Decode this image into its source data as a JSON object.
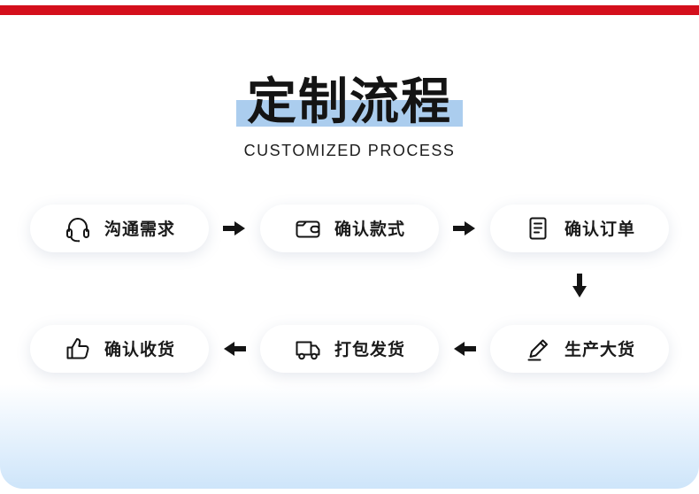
{
  "page": {
    "top_bar_color": "#d40f1c",
    "title_highlight_color": "#abcdee",
    "bottom_gradient_color": "#cee5fa",
    "arrow_color": "#141414"
  },
  "header": {
    "title": "定制流程",
    "subtitle": "CUSTOMIZED PROCESS"
  },
  "flow": {
    "row1": {
      "steps": [
        {
          "label": "沟通需求",
          "icon": "headset-icon"
        },
        {
          "label": "确认款式",
          "icon": "wallet-icon"
        },
        {
          "label": "确认订单",
          "icon": "order-document-icon"
        }
      ],
      "arrows": [
        "right",
        "right"
      ]
    },
    "connector_arrow": "down",
    "row2": {
      "steps": [
        {
          "label": "确认收货",
          "icon": "thumbs-up-icon"
        },
        {
          "label": "打包发货",
          "icon": "delivery-truck-icon"
        },
        {
          "label": "生产大货",
          "icon": "pencil-icon"
        }
      ],
      "arrows": [
        "left",
        "left"
      ]
    }
  }
}
